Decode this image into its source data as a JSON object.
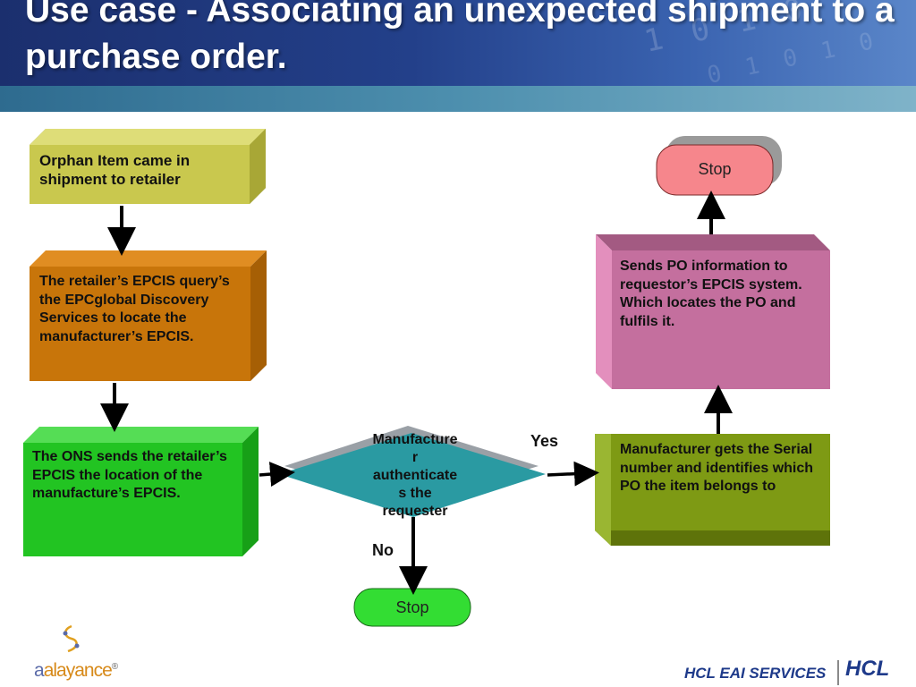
{
  "slide": {
    "title": "Use case - Associating an unexpected shipment to a purchase order."
  },
  "diagram": {
    "boxes": {
      "orphan": "Orphan Item came in shipment to retailer",
      "epcis_query": "The retailer’s EPCIS query’s the EPCglobal Discovery Services to locate the manufacturer’s EPCIS.",
      "ons": "The ONS sends the retailer’s EPCIS the location of the manufacture’s EPCIS.",
      "manufacturer_serial": "Manufacturer gets the Serial number and identifies which PO the item belongs to",
      "sends_po": "Sends PO information to requestor’s EPCIS system. Which locates the PO and fulfils it."
    },
    "decision": {
      "line1": "Manufacture",
      "line2": "r",
      "line3": "authenticate",
      "line4": "s the",
      "line5": "requester"
    },
    "labels": {
      "yes": "Yes",
      "no": "No"
    },
    "stops": {
      "top": "Stop",
      "bottom": "Stop"
    }
  },
  "footer": {
    "logo_a": "a",
    "logo_rest": "alayance",
    "logo_tm": "®",
    "service": "HCL EAI SERVICES",
    "brand": "HCL"
  },
  "colors": {
    "orphan_box": "#c9c84e",
    "epcis_box": "#c8750a",
    "ons_box": "#22c422",
    "decision": "#2a9aa2",
    "manufacturer_box": "#7e9a14",
    "po_box": "#c46f9e",
    "stop_top": "#f6868c",
    "stop_bottom": "#33dd33"
  }
}
